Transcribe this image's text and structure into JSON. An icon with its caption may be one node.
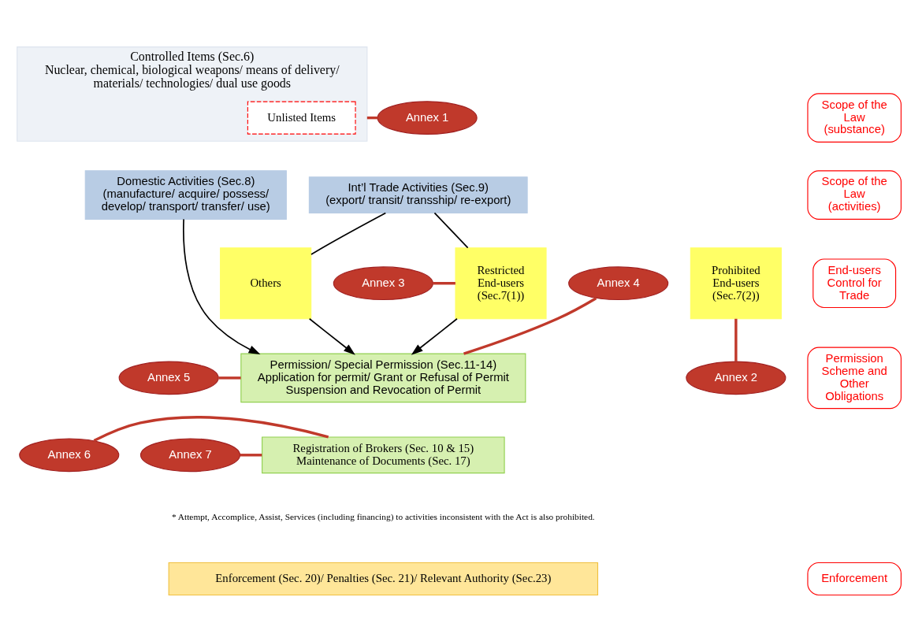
{
  "diagram": {
    "nodes": [
      {
        "text": [
          "Controlled Items (Sec.6)",
          "Nuclear, chemical, biological weapons/ means of delivery/ materials/ technologies/ dual use goods"
        ]
      },
      {
        "text": [
          "Unlisted Items"
        ],
        "in": 0
      },
      {
        "text": [
          "Domestic Activities (Sec.8)",
          "(manufacture/ acquire/ possess/ develop/ transport/ transfer/ use)"
        ]
      },
      {
        "text": [
          "Int’l Trade Activities (Sec.9)",
          "(export/ transit/ transship/ re-export)"
        ]
      },
      {
        "text": [
          "Others"
        ]
      },
      {
        "text": [
          "Restricted End-users (Sec.7(1))"
        ]
      },
      {
        "text": [
          "Prohibited End-users (Sec.7(2))"
        ]
      },
      {
        "text": [
          "Permission/ Special Permission (Sec.11-14)",
          "Application for permit/ Grant or Refusal of Permit Suspension and Revocation of Permit"
        ]
      },
      {
        "text": [
          "Registration of Brokers (Sec. 10 & 15)",
          "Maintenance of Documents (Sec. 17)"
        ]
      },
      {
        "text": [
          "Enforcement (Sec. 20)/ Penalties (Sec. 21)/ Relevant Authority (Sec.23)"
        ]
      },
      {
        "text": [
          "Annex 1"
        ]
      },
      {
        "text": [
          "Annex 4"
        ]
      },
      {
        "text": [
          "Annex 3"
        ]
      },
      {
        "text": [
          "Annex 2"
        ]
      },
      {
        "text": [
          "Annex 5"
        ]
      },
      {
        "text": [
          "Annex 6"
        ]
      },
      {
        "text": [
          "Annex 7"
        ]
      }
    ],
    "edges": [
      {
        "from": 3,
        "to": 4,
        "arrow": "none",
        "color": "#000000"
      },
      {
        "from": 3,
        "to": 5,
        "arrow": "none",
        "color": "#000000"
      },
      {
        "from": 2,
        "to": 7,
        "arrow": "to",
        "color": "#000000"
      },
      {
        "from": 4,
        "to": 7,
        "arrow": "to",
        "color": "#000000"
      },
      {
        "from": 5,
        "to": 7,
        "arrow": "to",
        "color": "#000000"
      },
      {
        "from": 10,
        "to": 0,
        "arrow": "none"
      },
      {
        "from": 11,
        "to": 7,
        "arrow": "none"
      },
      {
        "from": 12,
        "to": 5,
        "arrow": "none"
      },
      {
        "from": 13,
        "to": 6,
        "arrow": "none"
      },
      {
        "from": 14,
        "to": 7,
        "arrow": "none"
      },
      {
        "from": 15,
        "to": 8,
        "arrow": "none"
      },
      {
        "from": 16,
        "to": 8,
        "arrow": "none"
      }
    ],
    "labels": [
      "Scope of the Law (substance)",
      "Scope of the Law (activities)",
      "End-users Control for Trade",
      "Permission Scheme and Other Obligations",
      "* Attempt, Accomplice, Assist, Services (including financing) to activities inconsistent with the Act is also prohibited.",
      "Enforcement"
    ]
  }
}
